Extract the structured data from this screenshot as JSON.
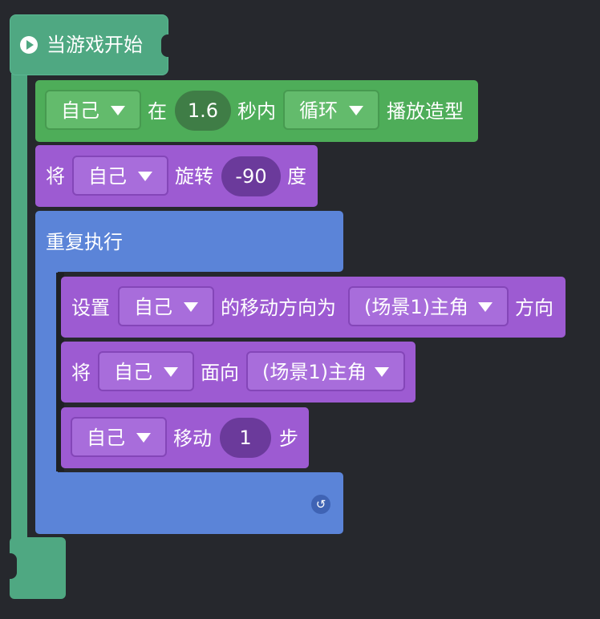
{
  "hat": {
    "label": "当游戏开始",
    "icon": "play-icon"
  },
  "block1": {
    "target": "自己",
    "word1": "在",
    "seconds": "1.6",
    "word2": "秒内",
    "mode": "循环",
    "word3": "播放造型"
  },
  "block2": {
    "word1": "将",
    "target": "自己",
    "word2": "旋转",
    "degrees": "-90",
    "word3": "度"
  },
  "repeat": {
    "label": "重复执行",
    "icon": "refresh-icon"
  },
  "inner1": {
    "word1": "设置",
    "target": "自己",
    "word2": "的移动方向为",
    "direction": "(场景1)主角",
    "word3": "方向"
  },
  "inner2": {
    "word1": "将",
    "target": "自己",
    "word2": "面向",
    "face": "(场景1)主角"
  },
  "inner3": {
    "target": "自己",
    "word1": "移动",
    "steps": "1",
    "word2": "步"
  }
}
